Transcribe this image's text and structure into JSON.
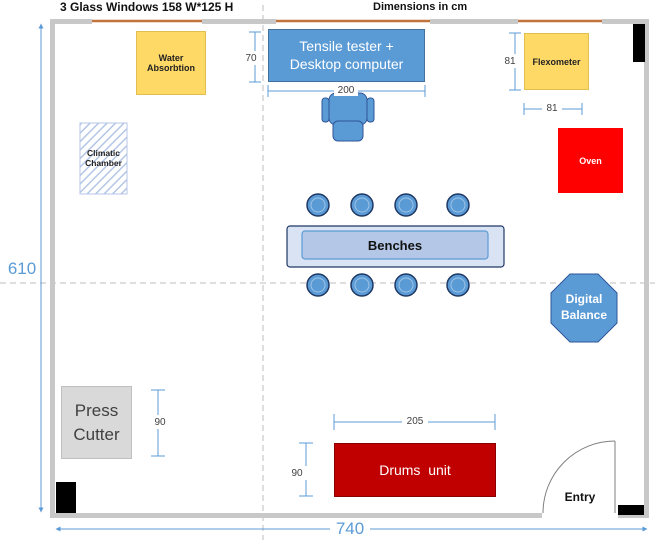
{
  "header": {
    "windows_note": "3 Glass Windows 158 W*125 H",
    "units_note": "Dimensions in cm"
  },
  "room": {
    "width_label": "740",
    "height_label": "610"
  },
  "equipment": {
    "water_absorption": "Water Absorbtion",
    "tensile_tester": "Tensile tester + Desktop computer",
    "flexometer": "Flexometer",
    "climatic_chamber": "Climatic Chamber",
    "oven": "Oven",
    "benches": "Benches",
    "digital_balance": "Digital Balance",
    "press_cutter": "Press Cutter",
    "drums_unit": "Drums  unit",
    "entry": "Entry"
  },
  "dimensions": {
    "tensile_height": "70",
    "tensile_width": "200",
    "flexometer_height": "81",
    "flexometer_width": "81",
    "press_cutter_height": "90",
    "drums_width": "205",
    "drums_height": "90"
  },
  "colors": {
    "wall": "#c8c8c8",
    "window": "#c0733a",
    "dimension_line": "#5b9bd5",
    "tensile_fill": "#5b9bd5",
    "yellow_box": "#ffd966",
    "oven": "#ff0000",
    "drums": "#c00000",
    "press_cutter": "#d9d9d9",
    "balance": "#5b9bd5",
    "bench_fill": "#dae3f3",
    "bench_border": "#1f3864",
    "stool": "#5b9bd5"
  }
}
